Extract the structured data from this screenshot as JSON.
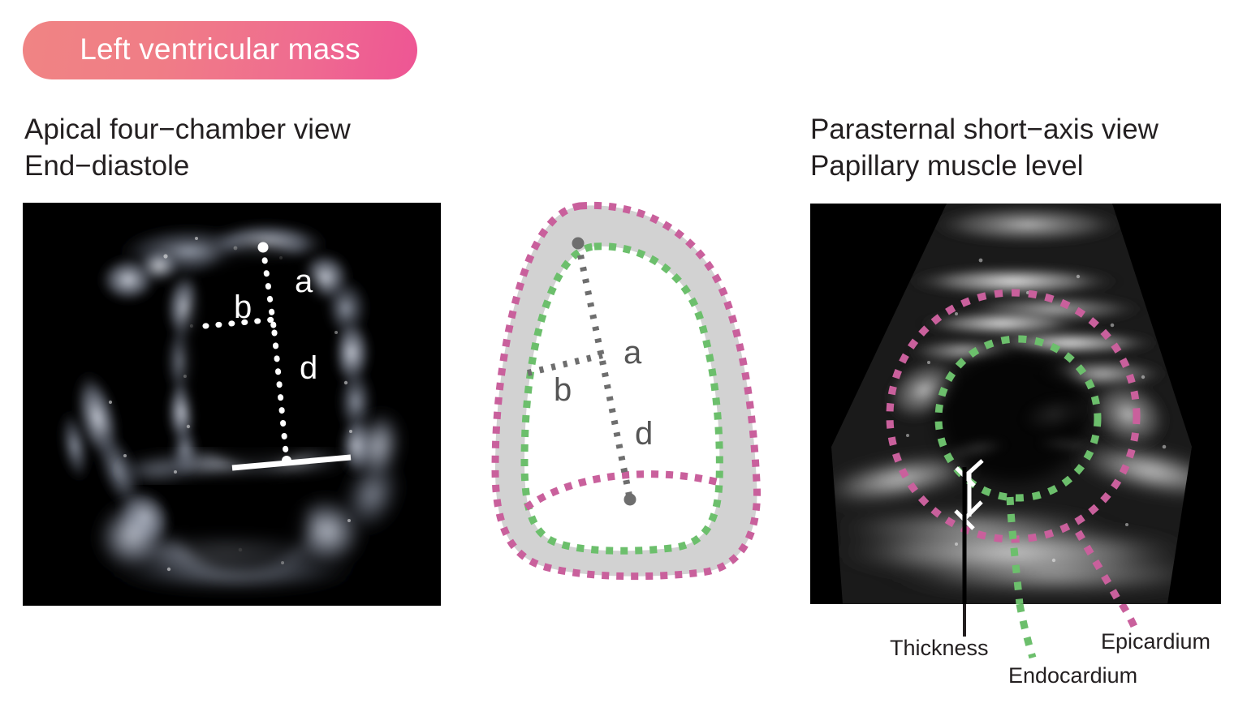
{
  "figure": {
    "title_badge": {
      "label": "Left ventricular mass",
      "gradient_from": "#f08484",
      "gradient_to": "#ee5594",
      "text_color": "#ffffff"
    },
    "text_color": "#231f20",
    "background": "#ffffff"
  },
  "panels": {
    "left": {
      "heading": "Apical four−chamber view\nEnd−diastole",
      "modality": "echocardiogram",
      "background": "#000000",
      "annotation_color": "#ffffff",
      "measurement_labels": [
        "a",
        "b",
        "d"
      ],
      "overlay_names": [
        "measurement-line-a",
        "measurement-line-b",
        "measurement-line-d",
        "mitral-annulus-line"
      ]
    },
    "middle": {
      "name": "left-ventricle-schematic",
      "myocardium_fill": "#d2d2d2",
      "epicardium_color": "#c9609c",
      "endocardium_color": "#6cbf6c",
      "measurement_color": "#6e6e6e",
      "measurement_labels": [
        "a",
        "b",
        "d"
      ]
    },
    "right": {
      "heading": "Parasternal short−axis view\nPapillary muscle level",
      "modality": "echocardiogram",
      "background": "#000000",
      "epicardium_color": "#c9609c",
      "endocardium_color": "#6cbf6c",
      "thickness_bracket_color": "#ffffff",
      "leader_line_color": "#000000",
      "callouts": [
        {
          "label": "Thickness",
          "color": "#231f20"
        },
        {
          "label": "Endocardium",
          "color": "#231f20"
        },
        {
          "label": "Epicardium",
          "color": "#231f20"
        }
      ]
    }
  }
}
